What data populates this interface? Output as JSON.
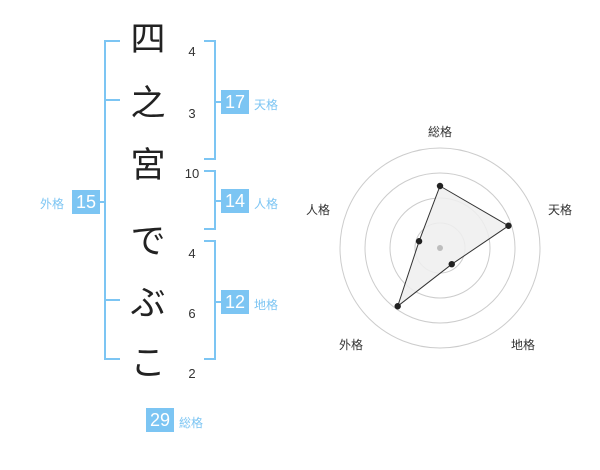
{
  "name_chars": [
    {
      "char": "四",
      "strokes": "4"
    },
    {
      "char": "之",
      "strokes": "3"
    },
    {
      "char": "宮",
      "strokes": "10"
    },
    {
      "char": "で",
      "strokes": "4"
    },
    {
      "char": "ぶ",
      "strokes": "6"
    },
    {
      "char": "こ",
      "strokes": "2"
    }
  ],
  "kaku": {
    "tenkaku": {
      "value": "17",
      "label": "天格"
    },
    "jinkaku": {
      "value": "14",
      "label": "人格"
    },
    "chikaku": {
      "value": "12",
      "label": "地格"
    },
    "gaikaku": {
      "value": "15",
      "label": "外格"
    },
    "soukaku": {
      "value": "29",
      "label": "総格"
    }
  },
  "colors": {
    "accent": "#7cc5f3",
    "text": "#222222",
    "grid": "#cccccc"
  },
  "chart_data": {
    "type": "radar",
    "axes": [
      "総格",
      "天格",
      "地格",
      "外格",
      "人格"
    ],
    "values": [
      0.62,
      0.72,
      0.2,
      0.72,
      0.22
    ],
    "rings": 4
  }
}
